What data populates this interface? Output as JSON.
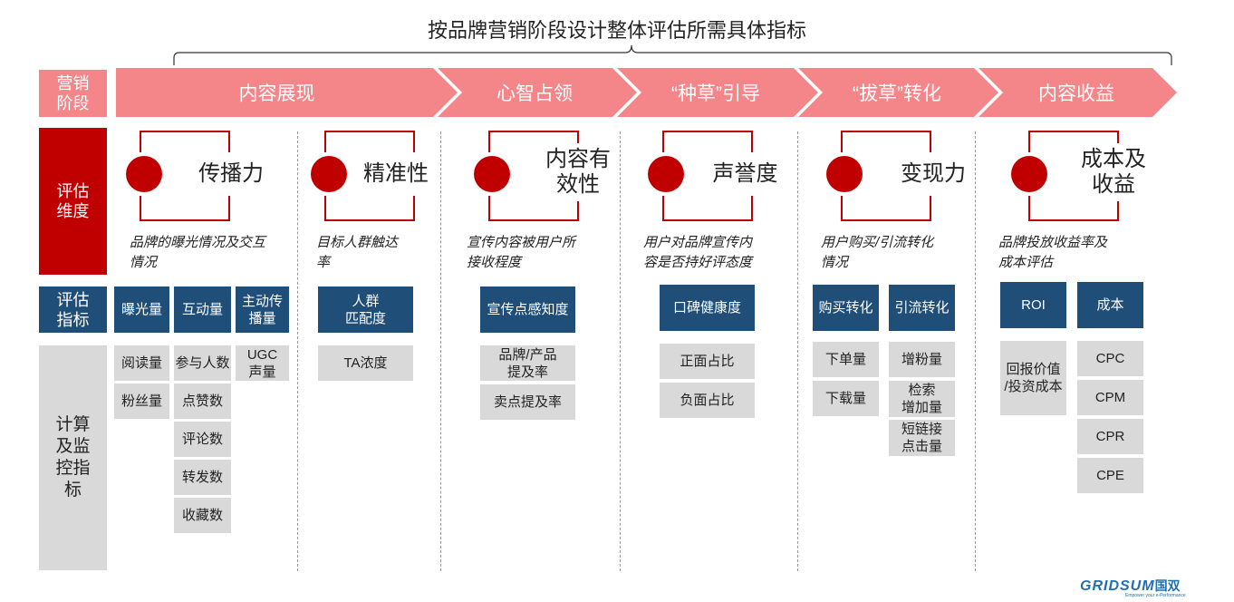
{
  "title": "按品牌营销阶段设计整体评估所需具体指标",
  "row_labels": {
    "stage": "营销\n阶段",
    "dimension": "评估\n维度",
    "indicator": "评估\n指标",
    "metrics": "计算\n及监\n控指\n标"
  },
  "stages": [
    "内容展现",
    "心智占领",
    "“种草”引导",
    "“拔草”转化",
    "内容收益"
  ],
  "dimensions": [
    {
      "title": "传播力",
      "desc": "品牌的曝光情况及交互\n情况"
    },
    {
      "title": "精准性",
      "desc": "目标人群触达\n率"
    },
    {
      "title": "内容有\n效性",
      "desc": "宣传内容被用户所\n接收程度"
    },
    {
      "title": "声誉度",
      "desc": "用户对品牌宣传内\n容是否持好评态度"
    },
    {
      "title": "变现力",
      "desc": "用户购买/引流转化\n情况"
    },
    {
      "title": "成本及\n收益",
      "desc": "品牌投放收益率及\n成本评估"
    }
  ],
  "indicators": {
    "exposure": "曝光量",
    "interaction": "互动量",
    "active_spread": "主动传\n播量",
    "audience_match": "人群\n匹配度",
    "awareness": "宣传点感知度",
    "reputation": "口碑健康度",
    "purchase_conv": "购买转化",
    "traffic_conv": "引流转化",
    "roi": "ROI",
    "cost": "成本"
  },
  "metrics": {
    "reads": "阅读量",
    "fans": "粉丝量",
    "participants": "参与人数",
    "likes": "点赞数",
    "comments": "评论数",
    "shares": "转发数",
    "favorites": "收藏数",
    "ugc": "UGC\n声量",
    "ta_density": "TA浓度",
    "brand_mention": "品牌/产品\n提及率",
    "selling_point": "卖点提及率",
    "positive": "正面占比",
    "negative": "负面占比",
    "orders": "下单量",
    "downloads": "下载量",
    "follower_growth": "增粉量",
    "search_growth": "检索\n增加量",
    "short_link": "短链接\n点击量",
    "return_invest": "回报价值\n/投资成本",
    "cpc": "CPC",
    "cpm": "CPM",
    "cpr": "CPR",
    "cpe": "CPE"
  },
  "logo": {
    "brand": "GRIDSUM",
    "cn": "国双",
    "tagline": "Empower your e-Performance"
  },
  "colors": {
    "stage_pink": "#f4868a",
    "dim_red": "#c00000",
    "navy": "#1f4e79",
    "gray": "#d9d9d9"
  }
}
